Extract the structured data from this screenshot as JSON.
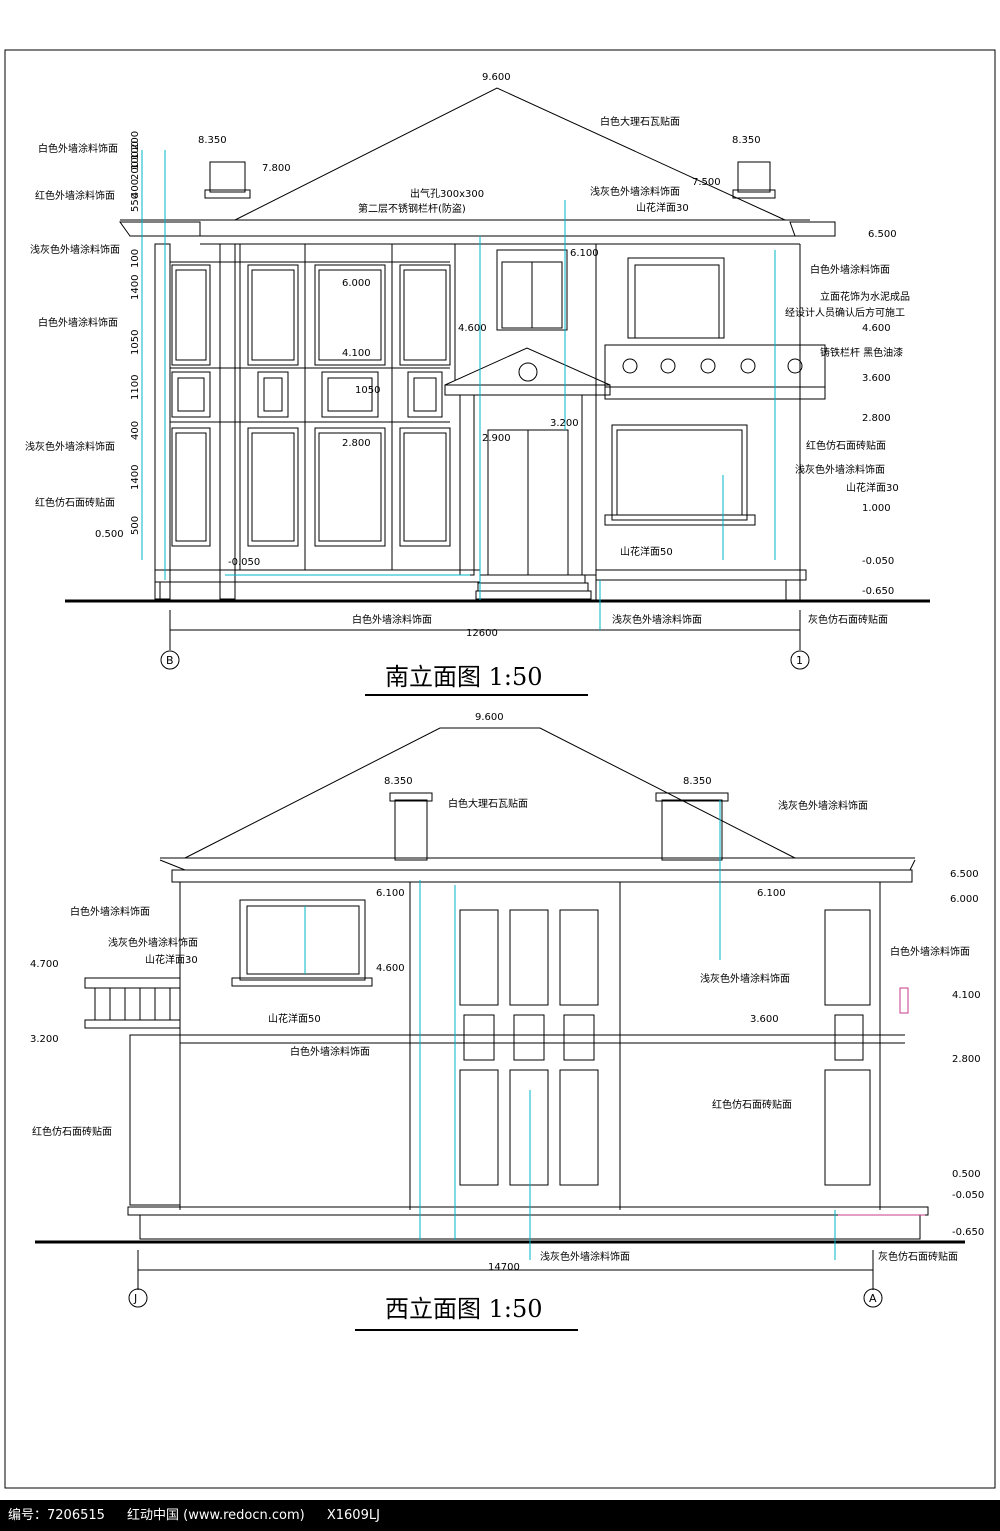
{
  "south": {
    "title": "南立面图  1:50",
    "ridge": "9.600",
    "chimney_left": "8.350",
    "chimney_right": "8.350",
    "eave_left": "7.800",
    "eave_right": "7.500",
    "left_labels": [
      "白色外墙涂料饰面",
      "红色外墙涂料饰面",
      "浅灰色外墙涂料饰面",
      "白色外墙涂料饰面",
      "浅灰色外墙涂料饰面",
      "红色仿石面砖贴面"
    ],
    "left_dims": [
      "550",
      "400",
      "200",
      "100",
      "100",
      "200",
      "100",
      "1400",
      "1050",
      "1100",
      "400",
      "1400",
      "500"
    ],
    "right_labels": [
      "白色大理石瓦贴面",
      "浅灰色外墙涂料饰面",
      "山花洋面30",
      "白色外墙涂料饰面",
      "立面花饰为水泥成品",
      "经设计人员确认后方可施工",
      "铸铁栏杆  黑色油漆",
      "红色仿石面砖贴面",
      "浅灰色外墙涂料饰面",
      "山花洋面30"
    ],
    "right_levels": [
      "6.500",
      "4.600",
      "3.600",
      "2.800",
      "1.000",
      "-0.050",
      "-0.650"
    ],
    "mid_labels": [
      "出气孔300x300",
      "第二层不锈钢栏杆(防盗)",
      "6.000",
      "4.100",
      "2.800",
      "6.100",
      "4.600",
      "2.900",
      "3.200",
      "1050",
      "0.500",
      "-0.050",
      "山花洋面50"
    ],
    "bottom_labels": [
      "白色外墙涂料饰面",
      "浅灰色外墙涂料饰面",
      "灰色仿石面砖贴面"
    ],
    "total": "12600",
    "axis_left": "B",
    "axis_right": "1"
  },
  "west": {
    "title": "西立面图  1:50",
    "ridge": "9.600",
    "chimney_left": "8.350",
    "chimney_right": "8.350",
    "labels": [
      "白色大理石瓦贴面",
      "浅灰色外墙涂料饰面",
      "白色外墙涂料饰面",
      "浅灰色外墙涂料饰面",
      "山花洋面30",
      "浅灰色外墙涂料饰面",
      "白色外墙涂料饰面",
      "红色仿石面砖贴面",
      "红色仿石面砖贴面",
      "白色外墙涂料饰面",
      "浅灰色外墙涂料饰面",
      "灰色仿石面砖贴面",
      "山花洋面50"
    ],
    "levels_right": [
      "6.500",
      "6.000",
      "4.100",
      "2.800",
      "0.500",
      "-0.050",
      "-0.650"
    ],
    "levels_left": [
      "4.700",
      "3.200"
    ],
    "levels_mid": [
      "6.100",
      "4.600",
      "6.100",
      "3.600"
    ],
    "total": "14700",
    "axis_left": "J",
    "axis_right": "A"
  },
  "footer": {
    "id": "编号：7206515",
    "site": "红动中国 (www.redocn.com)",
    "code": "X1609LJ"
  },
  "colors": {
    "line": "#000000",
    "dim": "#00b4c8",
    "accent": "#c83c8c"
  }
}
